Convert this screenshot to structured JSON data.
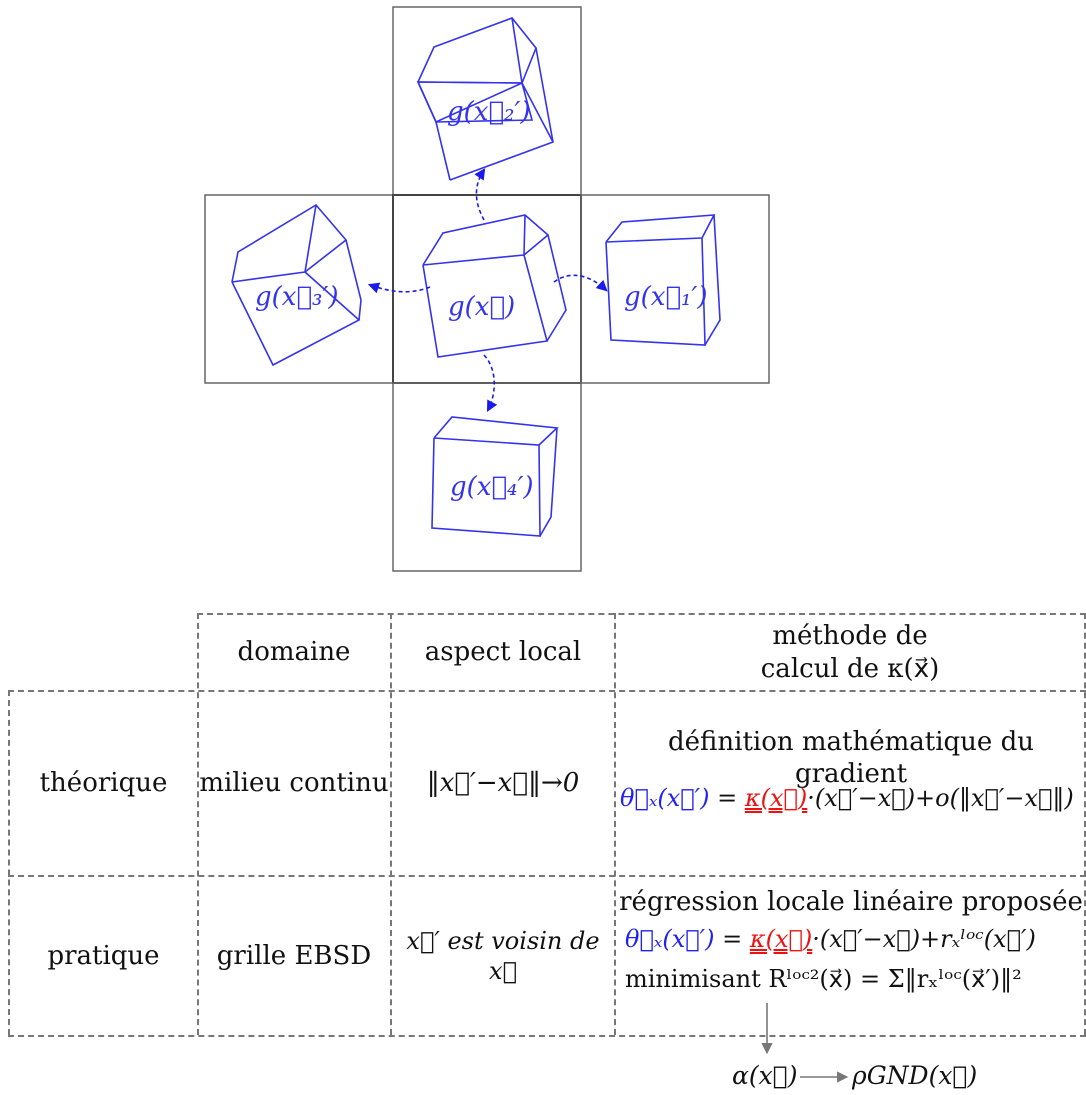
{
  "diagram": {
    "center_label": "g(x⃗)",
    "neighbors": [
      {
        "label": "g(x⃗₁′)"
      },
      {
        "label": "g(x⃗₂′)"
      },
      {
        "label": "g(x⃗₃′)"
      },
      {
        "label": "g(x⃗₄′)"
      }
    ]
  },
  "table": {
    "headers": [
      "domaine",
      "aspect local",
      "méthode de calcul de κ(x⃗)"
    ],
    "header_method_line1": "méthode de",
    "header_method_line2": "calcul de κ(x⃗)",
    "rows": [
      {
        "label": "théorique",
        "domaine": "milieu continu",
        "aspect": "‖x⃗′−x⃗‖→0",
        "method_title": "définition mathématique du gradient",
        "eq_lhs": "θ⃗ₓ(x⃗′)",
        "eq_eq": " = ",
        "eq_kappa": "κ(x⃗)",
        "eq_rest": "·(x⃗′−x⃗)+o(‖x⃗′−x⃗‖)"
      },
      {
        "label": "pratique",
        "domaine": "grille EBSD",
        "aspect": "x⃗′ est voisin de x⃗",
        "method_title": "régression locale linéaire proposée",
        "eq_lhs": "θ⃗ₓ(x⃗′)",
        "eq_eq": " = ",
        "eq_kappa": "κ(x⃗)",
        "eq_rest": "·(x⃗′−x⃗)+rₓˡᵒᶜ(x⃗′)",
        "min_line": "minimisant Rˡᵒᶜ²(x⃗) = Σ‖rₓˡᵒᶜ(x⃗′)‖²"
      }
    ]
  },
  "bottom": {
    "alpha": "α(x⃗)",
    "rho": "ρGND(x⃗)"
  },
  "colors": {
    "cube": "#3333ee",
    "box": "#666666",
    "arrow": "#1a1aee",
    "red": "#ee1111",
    "grid": "#777777"
  }
}
